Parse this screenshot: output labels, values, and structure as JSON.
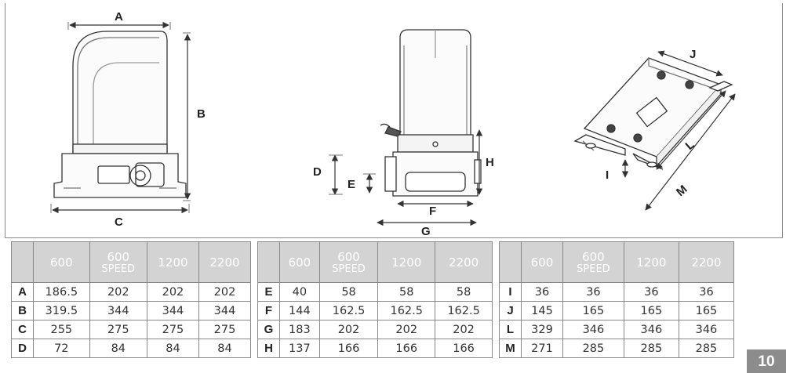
{
  "dimension_labels": {
    "A": "A",
    "B": "B",
    "C": "C",
    "D": "D",
    "E": "E",
    "F": "F",
    "G": "G",
    "H": "H",
    "I": "I",
    "J": "J",
    "L": "L",
    "M": "M"
  },
  "tables": [
    {
      "columns": [
        {
          "line1": "600",
          "line2": ""
        },
        {
          "line1": "600",
          "line2": "SPEED"
        },
        {
          "line1": "1200",
          "line2": ""
        },
        {
          "line1": "2200",
          "line2": ""
        }
      ],
      "rows": [
        {
          "label": "A",
          "cells": [
            "186.5",
            "202",
            "202",
            "202"
          ]
        },
        {
          "label": "B",
          "cells": [
            "319.5",
            "344",
            "344",
            "344"
          ]
        },
        {
          "label": "C",
          "cells": [
            "255",
            "275",
            "275",
            "275"
          ]
        },
        {
          "label": "D",
          "cells": [
            "72",
            "84",
            "84",
            "84"
          ]
        }
      ]
    },
    {
      "columns": [
        {
          "line1": "600",
          "line2": ""
        },
        {
          "line1": "600",
          "line2": "SPEED"
        },
        {
          "line1": "1200",
          "line2": ""
        },
        {
          "line1": "2200",
          "line2": ""
        }
      ],
      "rows": [
        {
          "label": "E",
          "cells": [
            "40",
            "58",
            "58",
            "58"
          ]
        },
        {
          "label": "F",
          "cells": [
            "144",
            "162.5",
            "162.5",
            "162.5"
          ]
        },
        {
          "label": "G",
          "cells": [
            "183",
            "202",
            "202",
            "202"
          ]
        },
        {
          "label": "H",
          "cells": [
            "137",
            "166",
            "166",
            "166"
          ]
        }
      ]
    },
    {
      "columns": [
        {
          "line1": "600",
          "line2": ""
        },
        {
          "line1": "600",
          "line2": "SPEED"
        },
        {
          "line1": "1200",
          "line2": ""
        },
        {
          "line1": "2200",
          "line2": ""
        }
      ],
      "rows": [
        {
          "label": "I",
          "cells": [
            "36",
            "36",
            "36",
            "36"
          ]
        },
        {
          "label": "J",
          "cells": [
            "145",
            "165",
            "165",
            "165"
          ]
        },
        {
          "label": "L",
          "cells": [
            "329",
            "346",
            "346",
            "346"
          ]
        },
        {
          "label": "M",
          "cells": [
            "271",
            "285",
            "285",
            "285"
          ]
        }
      ]
    }
  ],
  "page_number": "10",
  "colors": {
    "header_fill": "#d3d3d3",
    "badge_fill": "#8c8c8c",
    "line": "#333333"
  }
}
